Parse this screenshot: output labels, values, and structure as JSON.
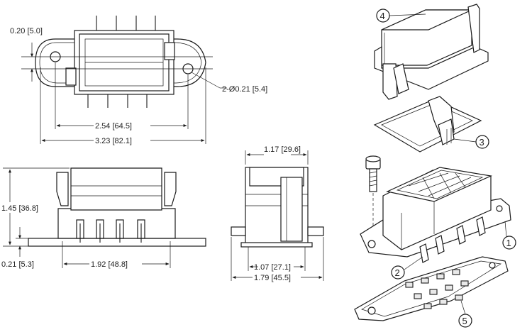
{
  "dimensions": {
    "hole_offset": "0.20 [5.0]",
    "hole_dia": "2-Ø0.21 [5.4]",
    "hole_spacing": "2.54 [64.5]",
    "overall_length": "3.23 [82.1]",
    "height": "1.45 [36.8]",
    "flange_thickness": "0.21 [5.3]",
    "body_length": "1.92 [48.8]",
    "width_top": "1.17 [29.6]",
    "width_inner": "1.07 [27.1]",
    "width_overall": "1.79 [45.5]"
  },
  "callouts": [
    "1",
    "2",
    "3",
    "4",
    "5"
  ]
}
